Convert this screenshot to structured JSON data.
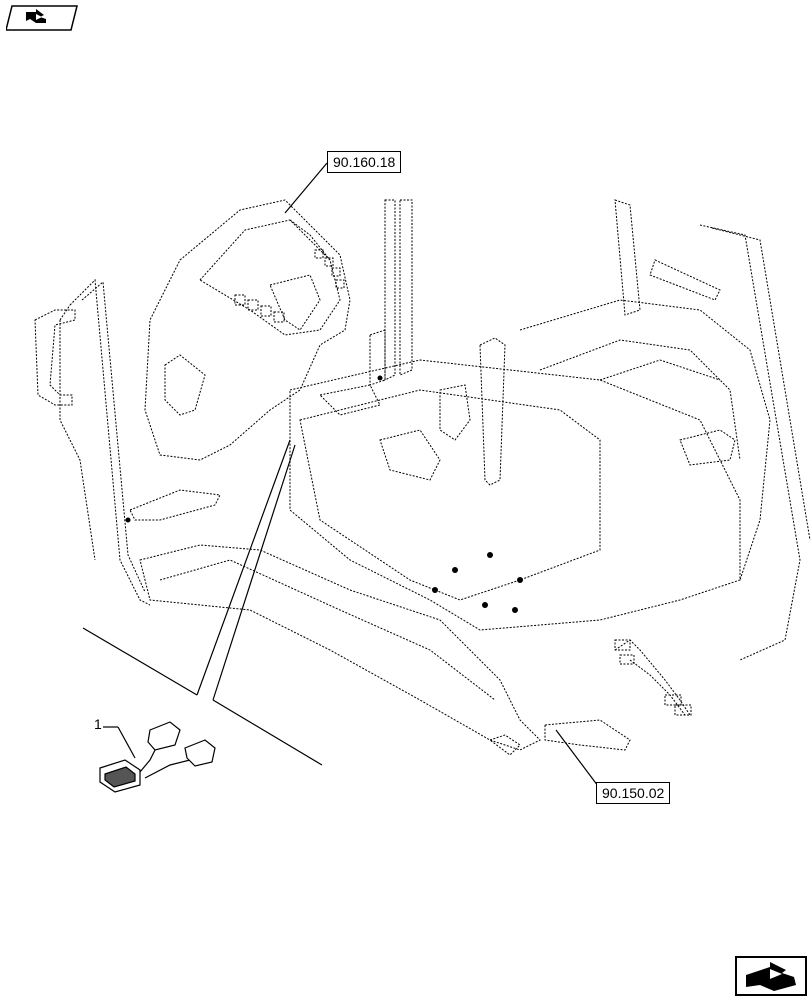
{
  "references": {
    "ref_top": "90.160.18",
    "ref_bottom": "90.150.02"
  },
  "callouts": {
    "item_1": "1"
  },
  "icons": {
    "top_left": "book-arrow-icon",
    "bottom_right": "navigation-arrow-icon"
  },
  "colors": {
    "line": "#000000",
    "background": "#ffffff"
  }
}
